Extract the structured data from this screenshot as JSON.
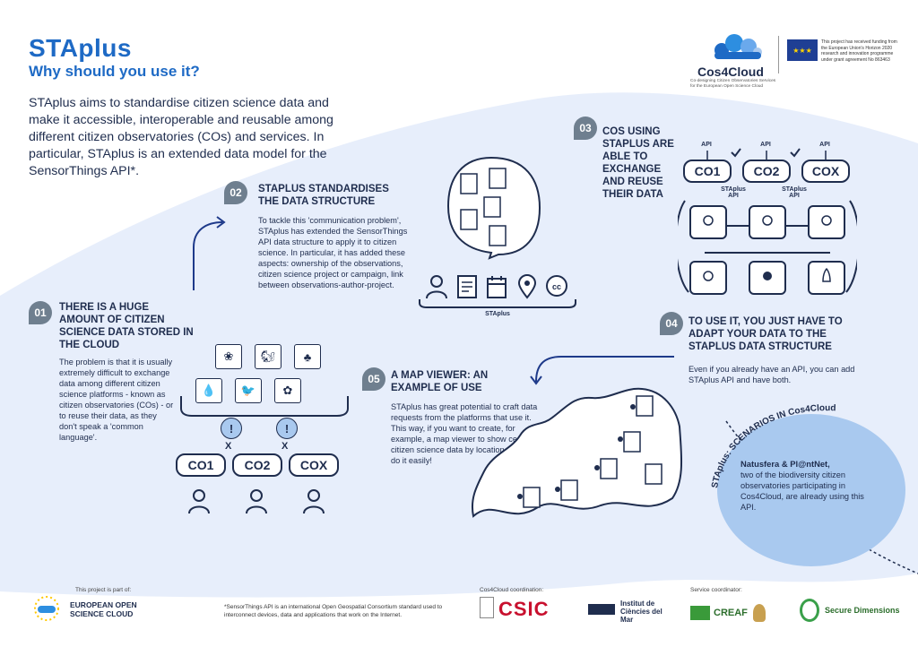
{
  "header": {
    "title": "STAplus",
    "subtitle": "Why should you use it?",
    "intro": "STAplus aims to standardise citizen science data and make it accessible, interoperable and reusable among different citizen observatories (COs) and services. In particular, STAplus is an extended data model for the SensorThings API*."
  },
  "brand": {
    "name": "Cos4Cloud",
    "tagline": "Co-designing Citizen Observatories Services for the European Open Science Cloud",
    "eu_text": "This project has received funding from the European Union's Horizon 2020 research and innovation programme under grant agreement No 863463"
  },
  "section1": {
    "num": "01",
    "heading": "THERE IS A HUGE AMOUNT OF CITIZEN SCIENCE DATA STORED IN THE CLOUD",
    "body": "The problem is that it is usually extremely difficult to exchange data among different citizen science platforms - known as citizen observatories (COs) - or to reuse their data, as they don't speak a 'common language'.",
    "cos": [
      "CO1",
      "CO2",
      "COX"
    ],
    "excl": "!",
    "x": "X"
  },
  "section2": {
    "num": "02",
    "heading": "STAplus STANDARDISES THE DATA STRUCTURE",
    "body": "To tackle this 'communication problem', STAplus has extended the SensorThings API data structure to apply it to citizen science. In particular, it has added these aspects: ownership of the observations, citizen science project or campaign, link between observations-author-project.",
    "label": "STAplus"
  },
  "section3": {
    "num": "03",
    "heading": "COs USING STAplus ARE ABLE TO EXCHANGE AND REUSE THEIR DATA",
    "api": "API",
    "staplus_api": "STAplus API",
    "cos": [
      "CO1",
      "CO2",
      "COX"
    ]
  },
  "section4": {
    "num": "04",
    "heading": "TO USE IT, YOU JUST HAVE TO ADAPT YOUR DATA TO THE STAplus DATA STRUCTURE",
    "body": "Even if you already have an API, you can add STAplus API and have both."
  },
  "section5": {
    "num": "05",
    "heading": "A MAP VIEWER: AN EXAMPLE OF USE",
    "body": "STAplus has great potential to craft data requests from the platforms that use it. This way, if you want to create, for example, a map viewer to show certain citizen science data by location, you can do it easily!"
  },
  "scenarios": {
    "arc_title": "STAplus: SCENARIOS IN Cos4Cloud",
    "bold": "Natusfera & Pl@ntNet,",
    "body": "two of the biodiversity citizen observatories participating in Cos4Cloud, are already using this API."
  },
  "footer": {
    "part_of": "This project is part of:",
    "eosc": "EUROPEAN OPEN SCIENCE CLOUD",
    "note": "*SensorThings API is an international Open Geospatial Consortium standard used to interconnect devices, data and applications that work on the Internet.",
    "coordination": "Cos4Cloud coordination:",
    "csic": "CSIC",
    "icm": "Institut de Ciències del Mar",
    "service": "Service coordinator:",
    "creaf": "CREAF",
    "secure": "Secure Dimensions"
  },
  "colors": {
    "navy": "#1f2d4e",
    "blue": "#1e6ac5",
    "light_blue": "#a9c9ef",
    "bg_blob": "#e7eefb",
    "pin_gray": "#6f7f8f"
  }
}
